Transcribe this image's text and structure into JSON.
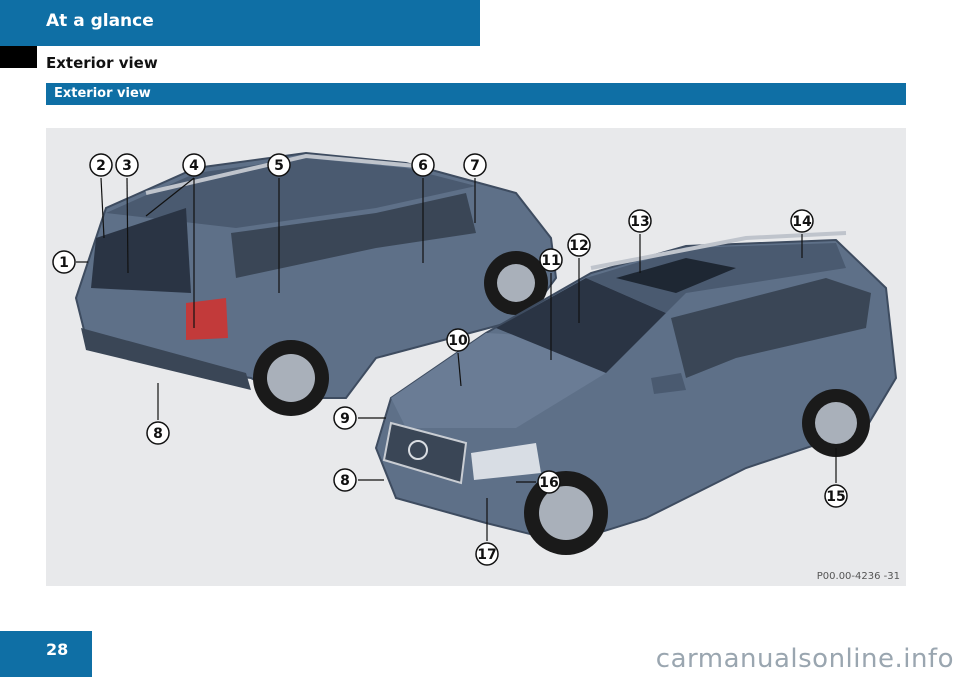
{
  "header": {
    "title": "At a glance"
  },
  "section": {
    "title": "Exterior view",
    "band_label": "Exterior view"
  },
  "figure": {
    "code": "P00.00-4236 -31",
    "callouts": [
      "1",
      "2",
      "3",
      "4",
      "5",
      "6",
      "7",
      "8",
      "9",
      "10",
      "11",
      "12",
      "13",
      "14",
      "15",
      "16",
      "17"
    ]
  },
  "footer": {
    "page_number": "28",
    "watermark": "carmanualsonline.info"
  },
  "colors": {
    "accent": "#0f6fa5",
    "car_body": "#5e7088"
  }
}
